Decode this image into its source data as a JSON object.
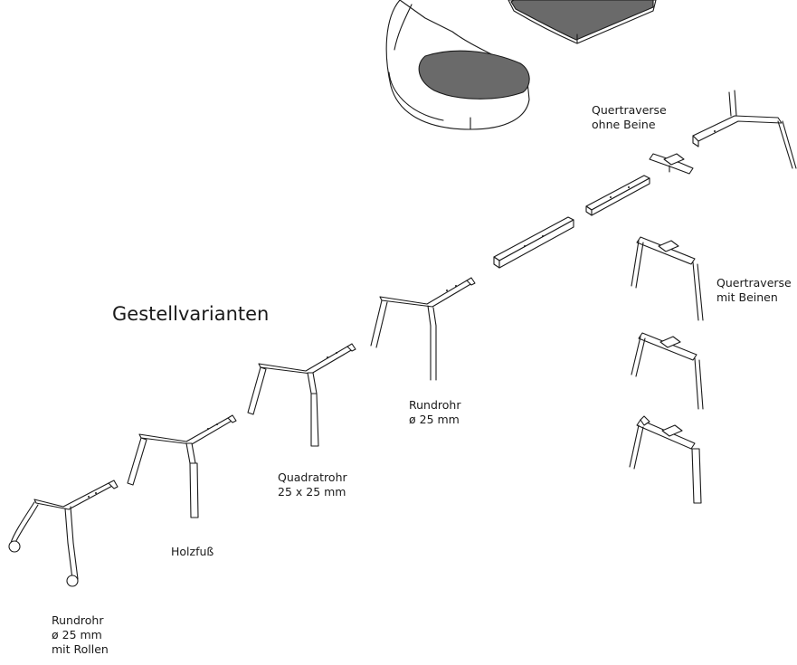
{
  "title": "Gestellvarianten",
  "labels": {
    "rundrohr_rollen": [
      "Rundrohr",
      "ø 25 mm",
      "mit Rollen"
    ],
    "holzfuss": [
      "Holzfuß"
    ],
    "quadratrohr": [
      "Quadratrohr",
      "25 x 25 mm"
    ],
    "rundrohr": [
      "Rundrohr",
      "ø 25 mm"
    ],
    "quertraverse_ohne": [
      "Quertraverse",
      "ohne Beine"
    ],
    "quertraverse_mit": [
      "Quertraverse",
      "mit Beinen"
    ]
  },
  "colors": {
    "line": "#1a1a1a",
    "cushion": "#6a6a6a",
    "background": "#ffffff"
  }
}
